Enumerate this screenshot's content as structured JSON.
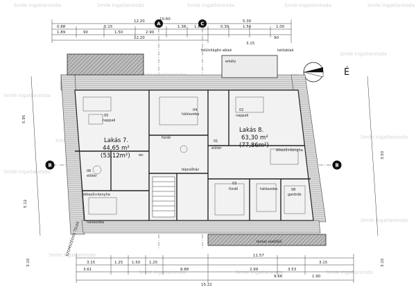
{
  "watermark": "Smile Ingatlaniroda",
  "north_label": "É",
  "axes": {
    "a": "A",
    "c": "C",
    "b": "B"
  },
  "dims": {
    "top_total": "12.20",
    "top_small": "10.60",
    "top_r1": "0.88",
    "top_r2": "5.15",
    "top_r3": "1.38",
    "top_r4": "1.80",
    "top_r5": "0.30",
    "top_r6": "1.50",
    "top_r7": "1.89",
    "top_r8": "90",
    "top_r9": "1.50",
    "top_r10": "2.90",
    "second": "12.20",
    "right_a": "5.30",
    "right_b": "1.00",
    "right_c": "3.15",
    "right_d": "90",
    "left_v1": "5.95",
    "left_v2": "5.12",
    "left_v3": "3.10",
    "right_v1": "3.50",
    "right_v2": "3.10",
    "bot1": "3.15",
    "bot2": "1.25",
    "bot3": "1.50",
    "bot4": "1.25",
    "bot5": "11.57",
    "bot6": "3.15",
    "bot7": "3.61",
    "bot8": "8.88",
    "bot9": "2.99",
    "bot10": "3.53",
    "bot11": "9.66",
    "bot12": "15.22",
    "bot13": "1.90"
  },
  "apartments": {
    "a7": {
      "title": "Lakás 7.",
      "area": "44,65 m²",
      "area_alt": "(53,12m²)"
    },
    "a8": {
      "title": "Lakás 8.",
      "area": "63,30 m²",
      "area_alt": "(77,86m²)"
    }
  },
  "rooms": {
    "r1": "nappali",
    "r2": "hálószoba",
    "r3": "nappali",
    "r4": "fürdő",
    "r5": "erkély",
    "r6": "étkező+konyha",
    "r7": "lépcsőház",
    "r8": "étkező+konyha",
    "r9": "gardrób",
    "r10": "hálószoba",
    "r11": "fürdő",
    "r12": "hálószoba",
    "r13": "előtér",
    "r14": "előtér",
    "r15": "wc",
    "num_a": "05",
    "num_b": "04",
    "num_c": "01",
    "num_d": "02",
    "num_e": "03",
    "num_f": "08",
    "num_g": "06"
  },
  "notes": {
    "top": "felülvilágító ablak",
    "bottom": "lemez szellőző",
    "left": "SZOMSZÉDOS TELEK",
    "side": "tetőablak"
  }
}
